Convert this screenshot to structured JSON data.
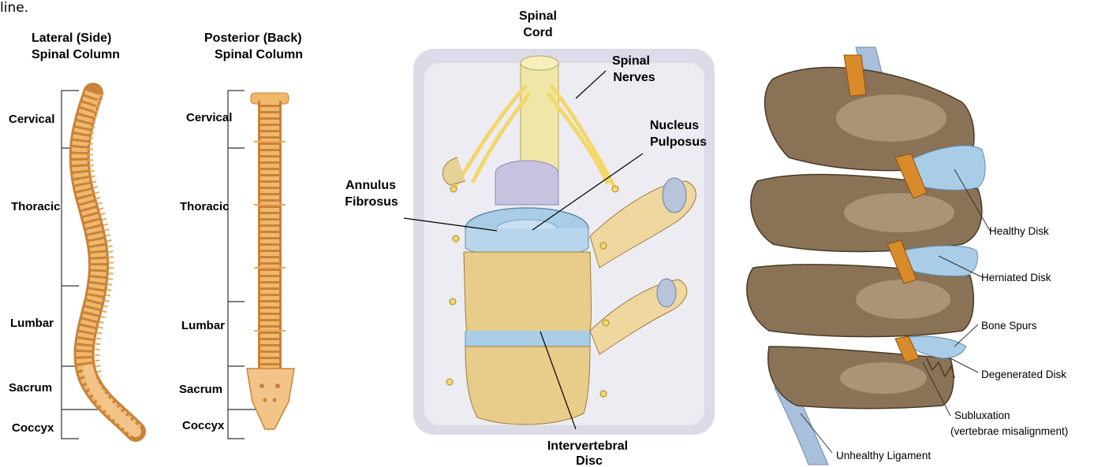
{
  "cut_text": "line.",
  "panel1": {
    "lateral_title_1": "Lateral (Side)",
    "lateral_title_2": "Spinal Column",
    "posterior_title_1": "Posterior (Back)",
    "posterior_title_2": "Spinal Column",
    "regions_lateral": [
      "Cervical",
      "Thoracic",
      "Lumbar",
      "Sacrum",
      "Coccyx"
    ],
    "regions_posterior": [
      "Cervical",
      "Thoracic",
      "Lumbar",
      "Sacrum",
      "Coccyx"
    ]
  },
  "panel2": {
    "spinal_cord_1": "Spinal",
    "spinal_cord_2": "Cord",
    "spinal_nerves_1": "Spinal",
    "spinal_nerves_2": "Nerves",
    "nucleus_1": "Nucleus",
    "nucleus_2": "Pulposus",
    "annulus_1": "Annulus",
    "annulus_2": "Fibrosus",
    "disc_1": "Intervertebral",
    "disc_2": "Disc"
  },
  "panel3": {
    "healthy": "Healthy Disk",
    "herniated": "Herniated Disk",
    "spurs": "Bone Spurs",
    "degenerated": "Degenerated Disk",
    "subluxation_1": "Subluxation",
    "subluxation_2": "(vertebrae misalignment)",
    "ligament": "Unhealthy Ligament"
  },
  "colors": {
    "bone": "#f0b86a",
    "bone_dark": "#c8823a",
    "disc_blue": "#a9cde6",
    "nerve_yellow": "#f3d76a",
    "realistic_bone": "#8a7256",
    "background_panel2": "#dcdce8"
  }
}
